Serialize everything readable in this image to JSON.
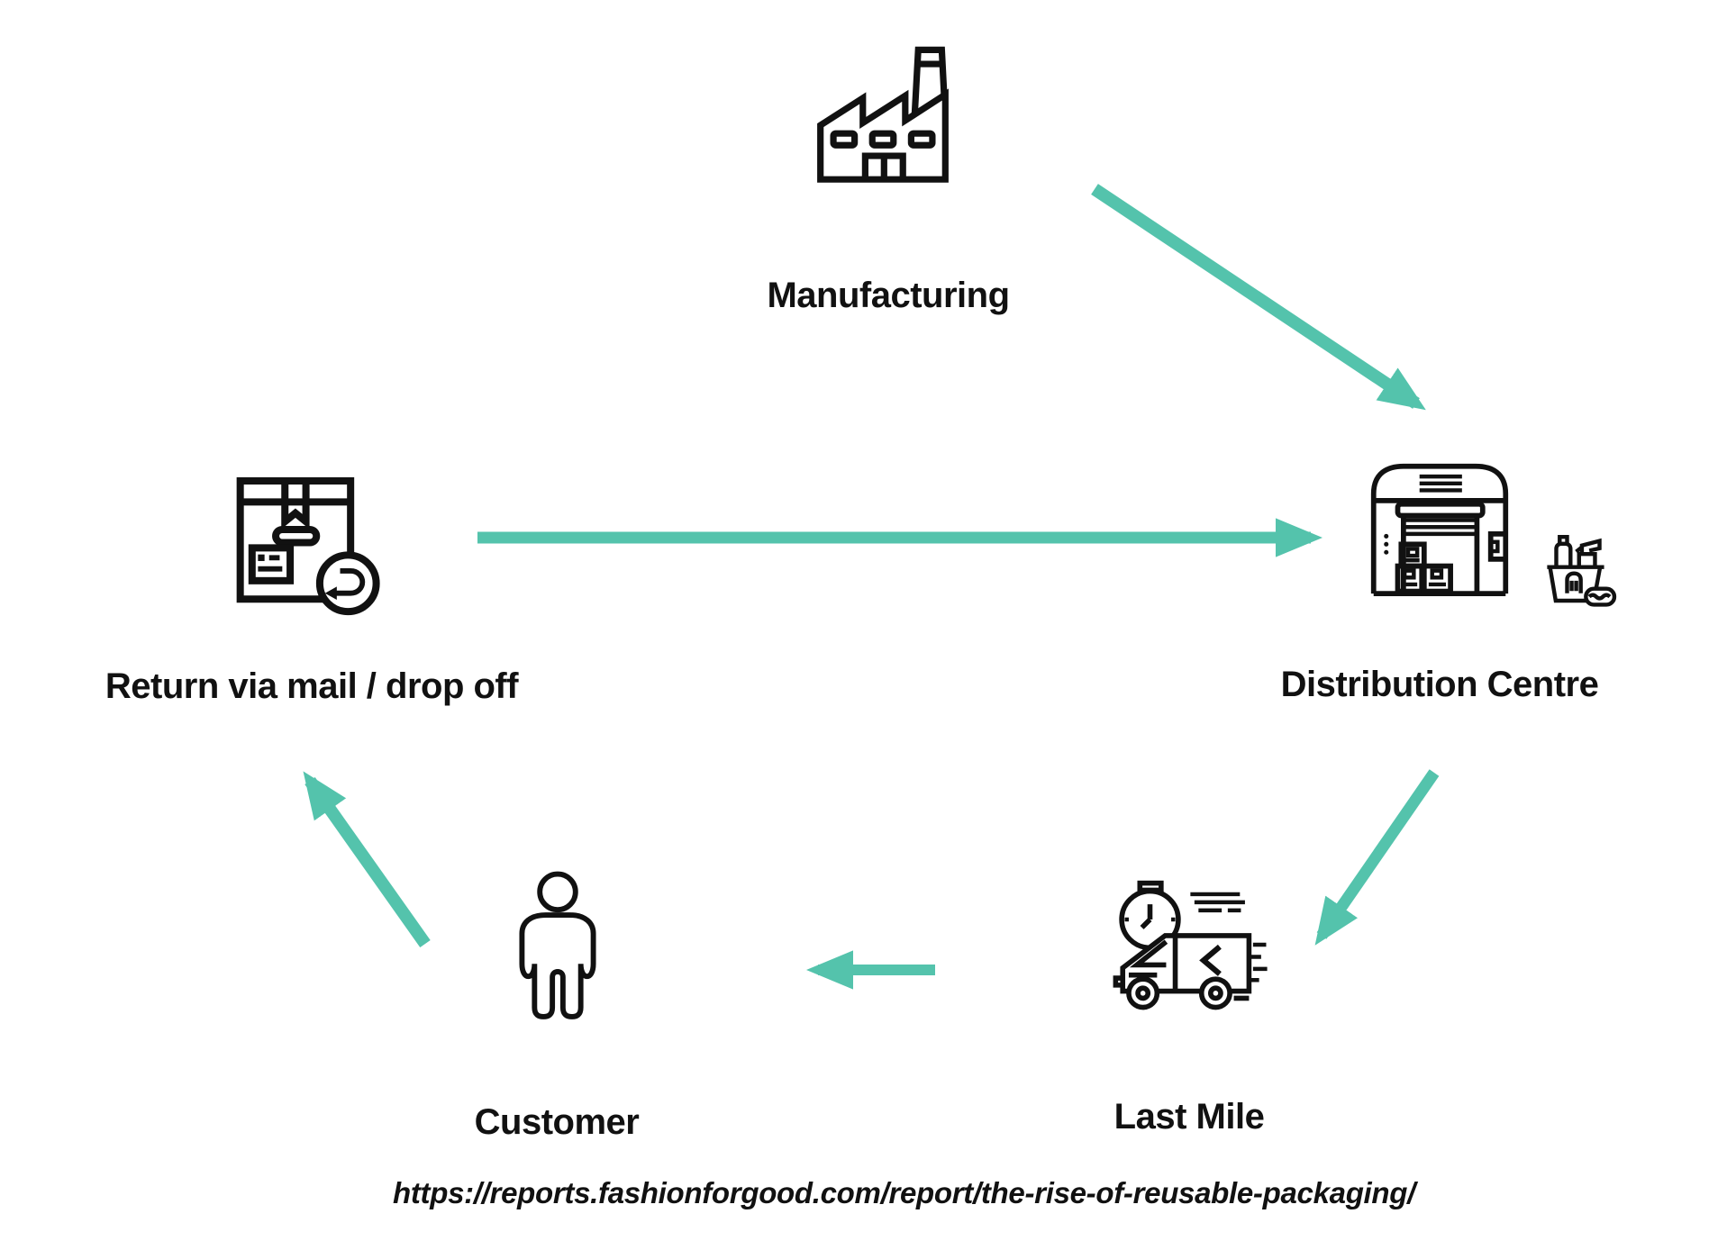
{
  "colors": {
    "arrow": "#54c3ac",
    "icon": "#111111",
    "text": "#111111",
    "background": "#ffffff"
  },
  "nodes": {
    "manufacturing": {
      "label": "Manufacturing",
      "icon": "factory-icon"
    },
    "distribution_centre": {
      "label": "Distribution Centre",
      "icon": "warehouse-icon",
      "secondary_icon": "cleaning-supplies-icon"
    },
    "last_mile": {
      "label": "Last Mile",
      "icon": "delivery-truck-icon"
    },
    "customer": {
      "label": "Customer",
      "icon": "person-icon"
    },
    "return_via_mail": {
      "label": "Return via mail / drop off",
      "icon": "package-return-icon"
    }
  },
  "arrows": [
    {
      "from": "Manufacturing",
      "to": "Distribution Centre"
    },
    {
      "from": "Return via mail / drop off",
      "to": "Distribution Centre"
    },
    {
      "from": "Distribution Centre",
      "to": "Last Mile"
    },
    {
      "from": "Last Mile",
      "to": "Customer"
    },
    {
      "from": "Customer",
      "to": "Return via mail / drop off"
    }
  ],
  "source_url": "https://reports.fashionforgood.com/report/the-rise-of-reusable-packaging/"
}
